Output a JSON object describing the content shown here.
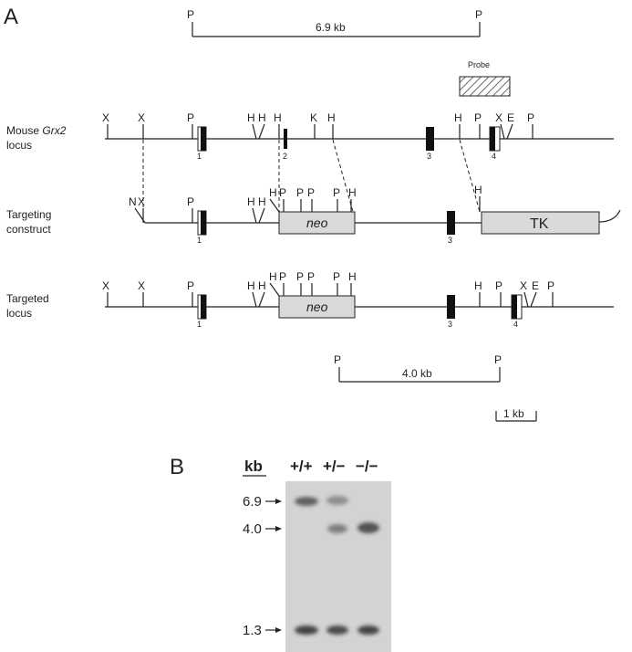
{
  "panel_labels": {
    "a": "A",
    "b": "B"
  },
  "top_fragment": {
    "left_site": "P",
    "right_site": "P",
    "size": "6.9 kb"
  },
  "probe_label": "Probe",
  "wt_locus": {
    "label_prefix": "Mouse ",
    "gene": "Grx2",
    "label_line2": "locus",
    "sites": [
      "X",
      "X",
      "P",
      "H",
      "H",
      "H",
      "K",
      "H",
      "H",
      "P",
      "X",
      "E",
      "P"
    ],
    "exon_labels": [
      "1",
      "2",
      "3",
      "4"
    ]
  },
  "targeting_construct": {
    "label_line1": "Targeting",
    "label_line2": "construct",
    "sites": [
      "N",
      "X",
      "P",
      "H",
      "H",
      "H",
      "P",
      "P",
      "P",
      "P",
      "H",
      "H"
    ],
    "neo": "neo",
    "tk": "TK",
    "exon_labels": [
      "1",
      "3"
    ]
  },
  "targeted_locus": {
    "label_line1": "Targeted",
    "label_line2": "locus",
    "sites": [
      "X",
      "X",
      "P",
      "H",
      "H",
      "H",
      "P",
      "P",
      "P",
      "P",
      "H",
      "H",
      "P",
      "X",
      "E",
      "P"
    ],
    "neo": "neo",
    "exon_labels": [
      "1",
      "3",
      "4"
    ]
  },
  "bottom_fragment": {
    "left_site": "P",
    "right_site": "P",
    "size": "4.0 kb"
  },
  "scale_bar": "1 kb",
  "blot": {
    "unit_label": "kb",
    "lanes": [
      "+/+",
      "+/−",
      "−/−"
    ],
    "markers": [
      "6.9",
      "4.0",
      "1.3"
    ],
    "background_color": "#d3d3d3",
    "band_color": "#3a3a3a"
  }
}
